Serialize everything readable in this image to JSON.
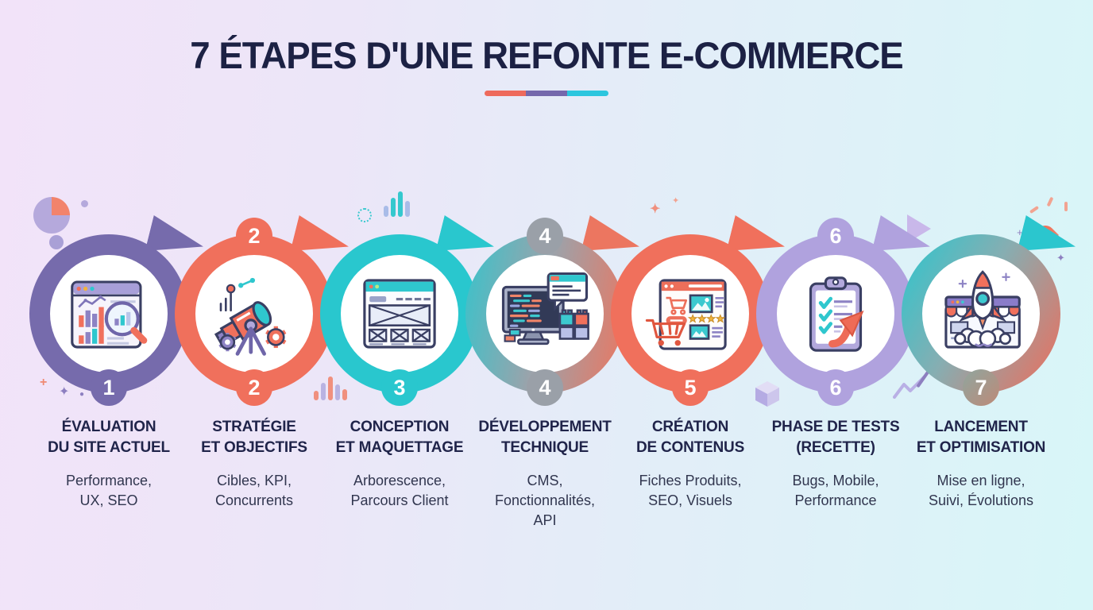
{
  "header": {
    "title": "7 ÉTAPES D'UNE REFONTE E-COMMERCE",
    "underline_colors": [
      "#ee6a5c",
      "#7568ac",
      "#2cc6de"
    ]
  },
  "steps": [
    {
      "number": "1",
      "icon": "site-audit-icon",
      "ring_color": "#766bac",
      "title_lines": [
        "ÉVALUATION",
        "DU SITE ACTUEL"
      ],
      "subtitle_lines": [
        "Performance,",
        "UX, SEO"
      ]
    },
    {
      "number": "2",
      "icon": "telescope-strategy-icon",
      "ring_color": "#f0705c",
      "title_lines": [
        "STRATÉGIE",
        "ET OBJECTIFS"
      ],
      "subtitle_lines": [
        "Cibles, KPI,",
        "Concurrents"
      ]
    },
    {
      "number": "3",
      "icon": "wireframe-icon",
      "ring_color": "#29c7ce",
      "title_lines": [
        "CONCEPTION",
        "ET MAQUETTAGE"
      ],
      "subtitle_lines": [
        "Arborescence,",
        "Parcours Client"
      ]
    },
    {
      "number": "4",
      "icon": "code-development-icon",
      "ring_color": "gradient #38c3cb → #9ba3ab → #ec7660",
      "title_lines": [
        "DÉVELOPPEMENT",
        "TECHNIQUE"
      ],
      "subtitle_lines": [
        "CMS,",
        "Fonctionnalités,",
        "API"
      ]
    },
    {
      "number": "5",
      "icon": "product-content-icon",
      "ring_color": "#f0705c",
      "title_lines": [
        "CRÉATION",
        "DE CONTENUS"
      ],
      "subtitle_lines": [
        "Fiches Produits,",
        "SEO, Visuels"
      ]
    },
    {
      "number": "6",
      "icon": "test-checklist-icon",
      "ring_color": "#b0a2de",
      "title_lines": [
        "PHASE DE TESTS",
        "(RECETTE)"
      ],
      "subtitle_lines": [
        "Bugs, Mobile,",
        "Performance"
      ]
    },
    {
      "number": "7",
      "icon": "rocket-launch-icon",
      "ring_color": "gradient #2bc6ce → #ef6c5a",
      "title_lines": [
        "LANCEMENT",
        "ET OPTIMISATION"
      ],
      "subtitle_lines": [
        "Mise en ligne,",
        "Suivi, Évolutions"
      ]
    }
  ],
  "decorations": [
    {
      "name": "pie-chart-decoration"
    },
    {
      "name": "sparkle-decoration"
    },
    {
      "name": "mini-bar-chart-decoration"
    },
    {
      "name": "dotted-circle-decoration"
    },
    {
      "name": "cube-decoration"
    },
    {
      "name": "trend-zigzag-decoration"
    },
    {
      "name": "comet-decoration"
    },
    {
      "name": "triangle-decoration"
    }
  ],
  "palette": {
    "background_left": "#f2e3f9",
    "background_right": "#d8f6f8",
    "title_text": "#1c2144",
    "step_title_text": "#20244a",
    "step_subtitle_text": "#31364f",
    "purple": "#766bac",
    "coral": "#f0705c",
    "cyan": "#29c7ce",
    "lavender": "#b0a2de",
    "gray": "#9aa0a8",
    "gold": "#f2b43c"
  }
}
